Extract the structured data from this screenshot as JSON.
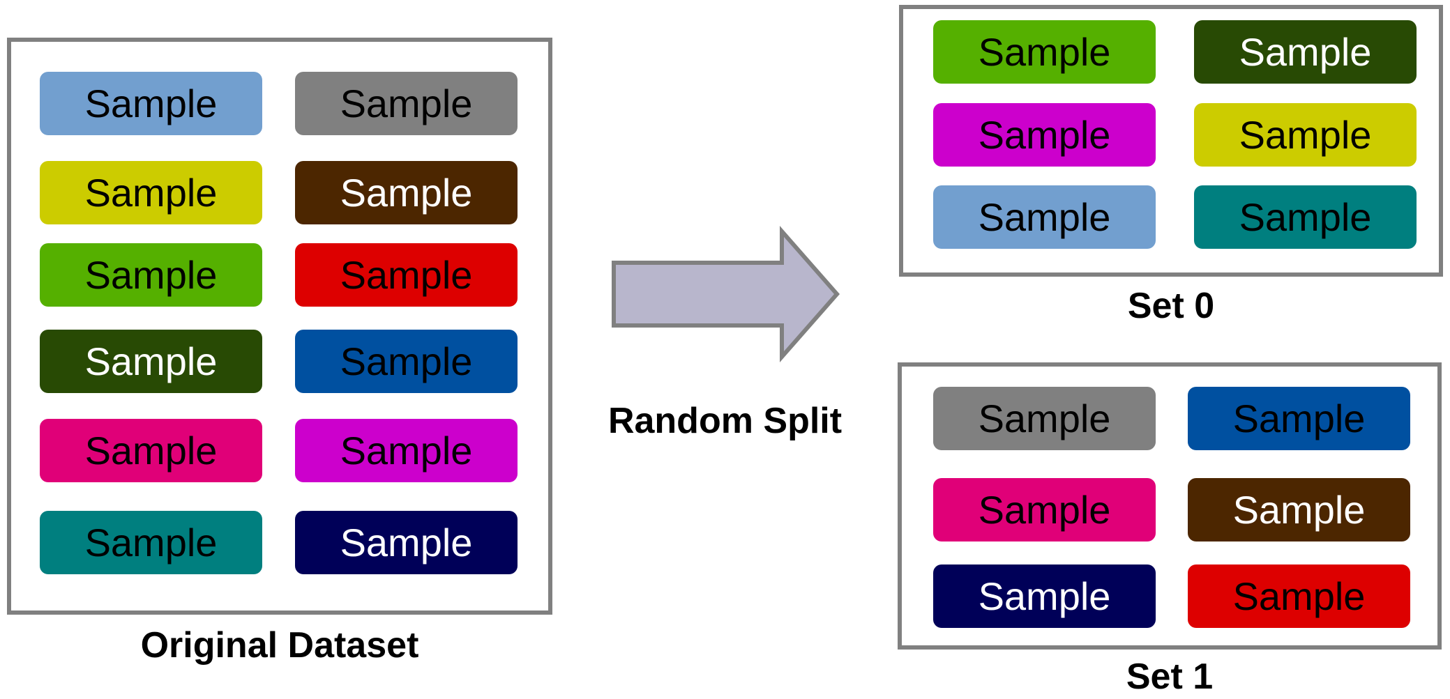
{
  "original": {
    "caption": "Original Dataset",
    "samples": [
      {
        "label": "Sample",
        "color": "#729fcf",
        "text_color": "#000000"
      },
      {
        "label": "Sample",
        "color": "#808080",
        "text_color": "#000000"
      },
      {
        "label": "Sample",
        "color": "#cccc00",
        "text_color": "#000000"
      },
      {
        "label": "Sample",
        "color": "#4c2600",
        "text_color": "#ffffff"
      },
      {
        "label": "Sample",
        "color": "#55b000",
        "text_color": "#000000"
      },
      {
        "label": "Sample",
        "color": "#dd0000",
        "text_color": "#000000"
      },
      {
        "label": "Sample",
        "color": "#284a04",
        "text_color": "#ffffff"
      },
      {
        "label": "Sample",
        "color": "#0050a0",
        "text_color": "#000000"
      },
      {
        "label": "Sample",
        "color": "#e00078",
        "text_color": "#000000"
      },
      {
        "label": "Sample",
        "color": "#cc00cc",
        "text_color": "#000000"
      },
      {
        "label": "Sample",
        "color": "#007f7f",
        "text_color": "#000000"
      },
      {
        "label": "Sample",
        "color": "#000058",
        "text_color": "#ffffff"
      }
    ]
  },
  "arrow": {
    "label": "Random Split",
    "fill": "#b8b6cc",
    "stroke": "#808080"
  },
  "set0": {
    "caption": "Set 0",
    "samples": [
      {
        "label": "Sample",
        "color": "#55b000",
        "text_color": "#000000"
      },
      {
        "label": "Sample",
        "color": "#284a04",
        "text_color": "#ffffff"
      },
      {
        "label": "Sample",
        "color": "#cc00cc",
        "text_color": "#000000"
      },
      {
        "label": "Sample",
        "color": "#cccc00",
        "text_color": "#000000"
      },
      {
        "label": "Sample",
        "color": "#729fcf",
        "text_color": "#000000"
      },
      {
        "label": "Sample",
        "color": "#007f7f",
        "text_color": "#000000"
      }
    ]
  },
  "set1": {
    "caption": "Set 1",
    "samples": [
      {
        "label": "Sample",
        "color": "#808080",
        "text_color": "#000000"
      },
      {
        "label": "Sample",
        "color": "#0050a0",
        "text_color": "#000000"
      },
      {
        "label": "Sample",
        "color": "#e00078",
        "text_color": "#000000"
      },
      {
        "label": "Sample",
        "color": "#4c2600",
        "text_color": "#ffffff"
      },
      {
        "label": "Sample",
        "color": "#000058",
        "text_color": "#ffffff"
      },
      {
        "label": "Sample",
        "color": "#dd0000",
        "text_color": "#000000"
      }
    ]
  }
}
